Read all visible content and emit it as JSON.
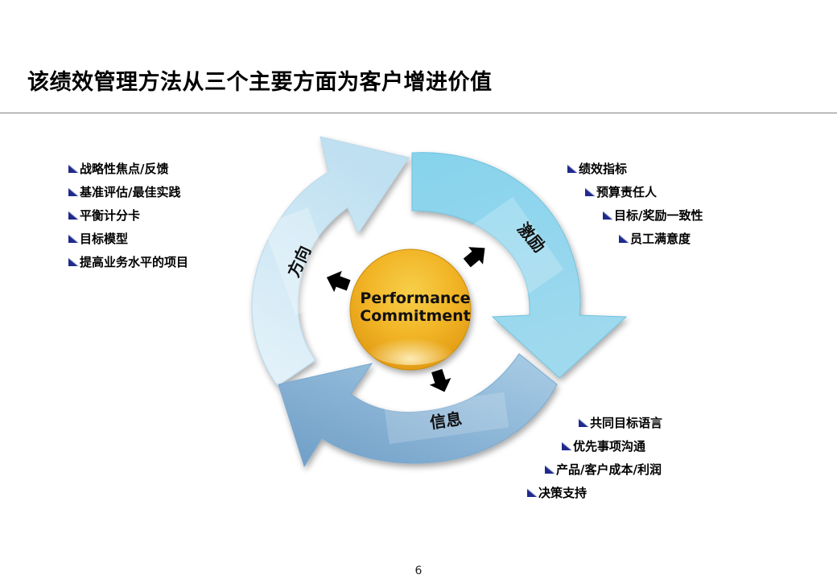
{
  "title": "该绩效管理方法从三个主要方面为客户增进价值",
  "center": {
    "line1": "Performance",
    "line2": "Commitment"
  },
  "segments": {
    "direction": "方向",
    "incentive": "激励",
    "information": "信息"
  },
  "lists": {
    "direction": [
      "战略性焦点/反馈",
      "基准评估/最佳实践",
      "平衡计分卡",
      "目标模型",
      "提高业务水平的项目"
    ],
    "incentive": [
      "绩效指标",
      "预算责任人",
      "目标/奖励一致性",
      "员工满意度"
    ],
    "information": [
      "共同目标语言",
      "优先事项沟通",
      "产品/客户成本/利润",
      "决策支持"
    ]
  },
  "page_number": "6",
  "colors": {
    "direction_arrow": "#c9e4f2",
    "incentive_arrow": "#7fcbe6",
    "information_arrow": "#86b4d6",
    "center_gold": "#f2b92c",
    "bullet": "#1f2a8a"
  }
}
